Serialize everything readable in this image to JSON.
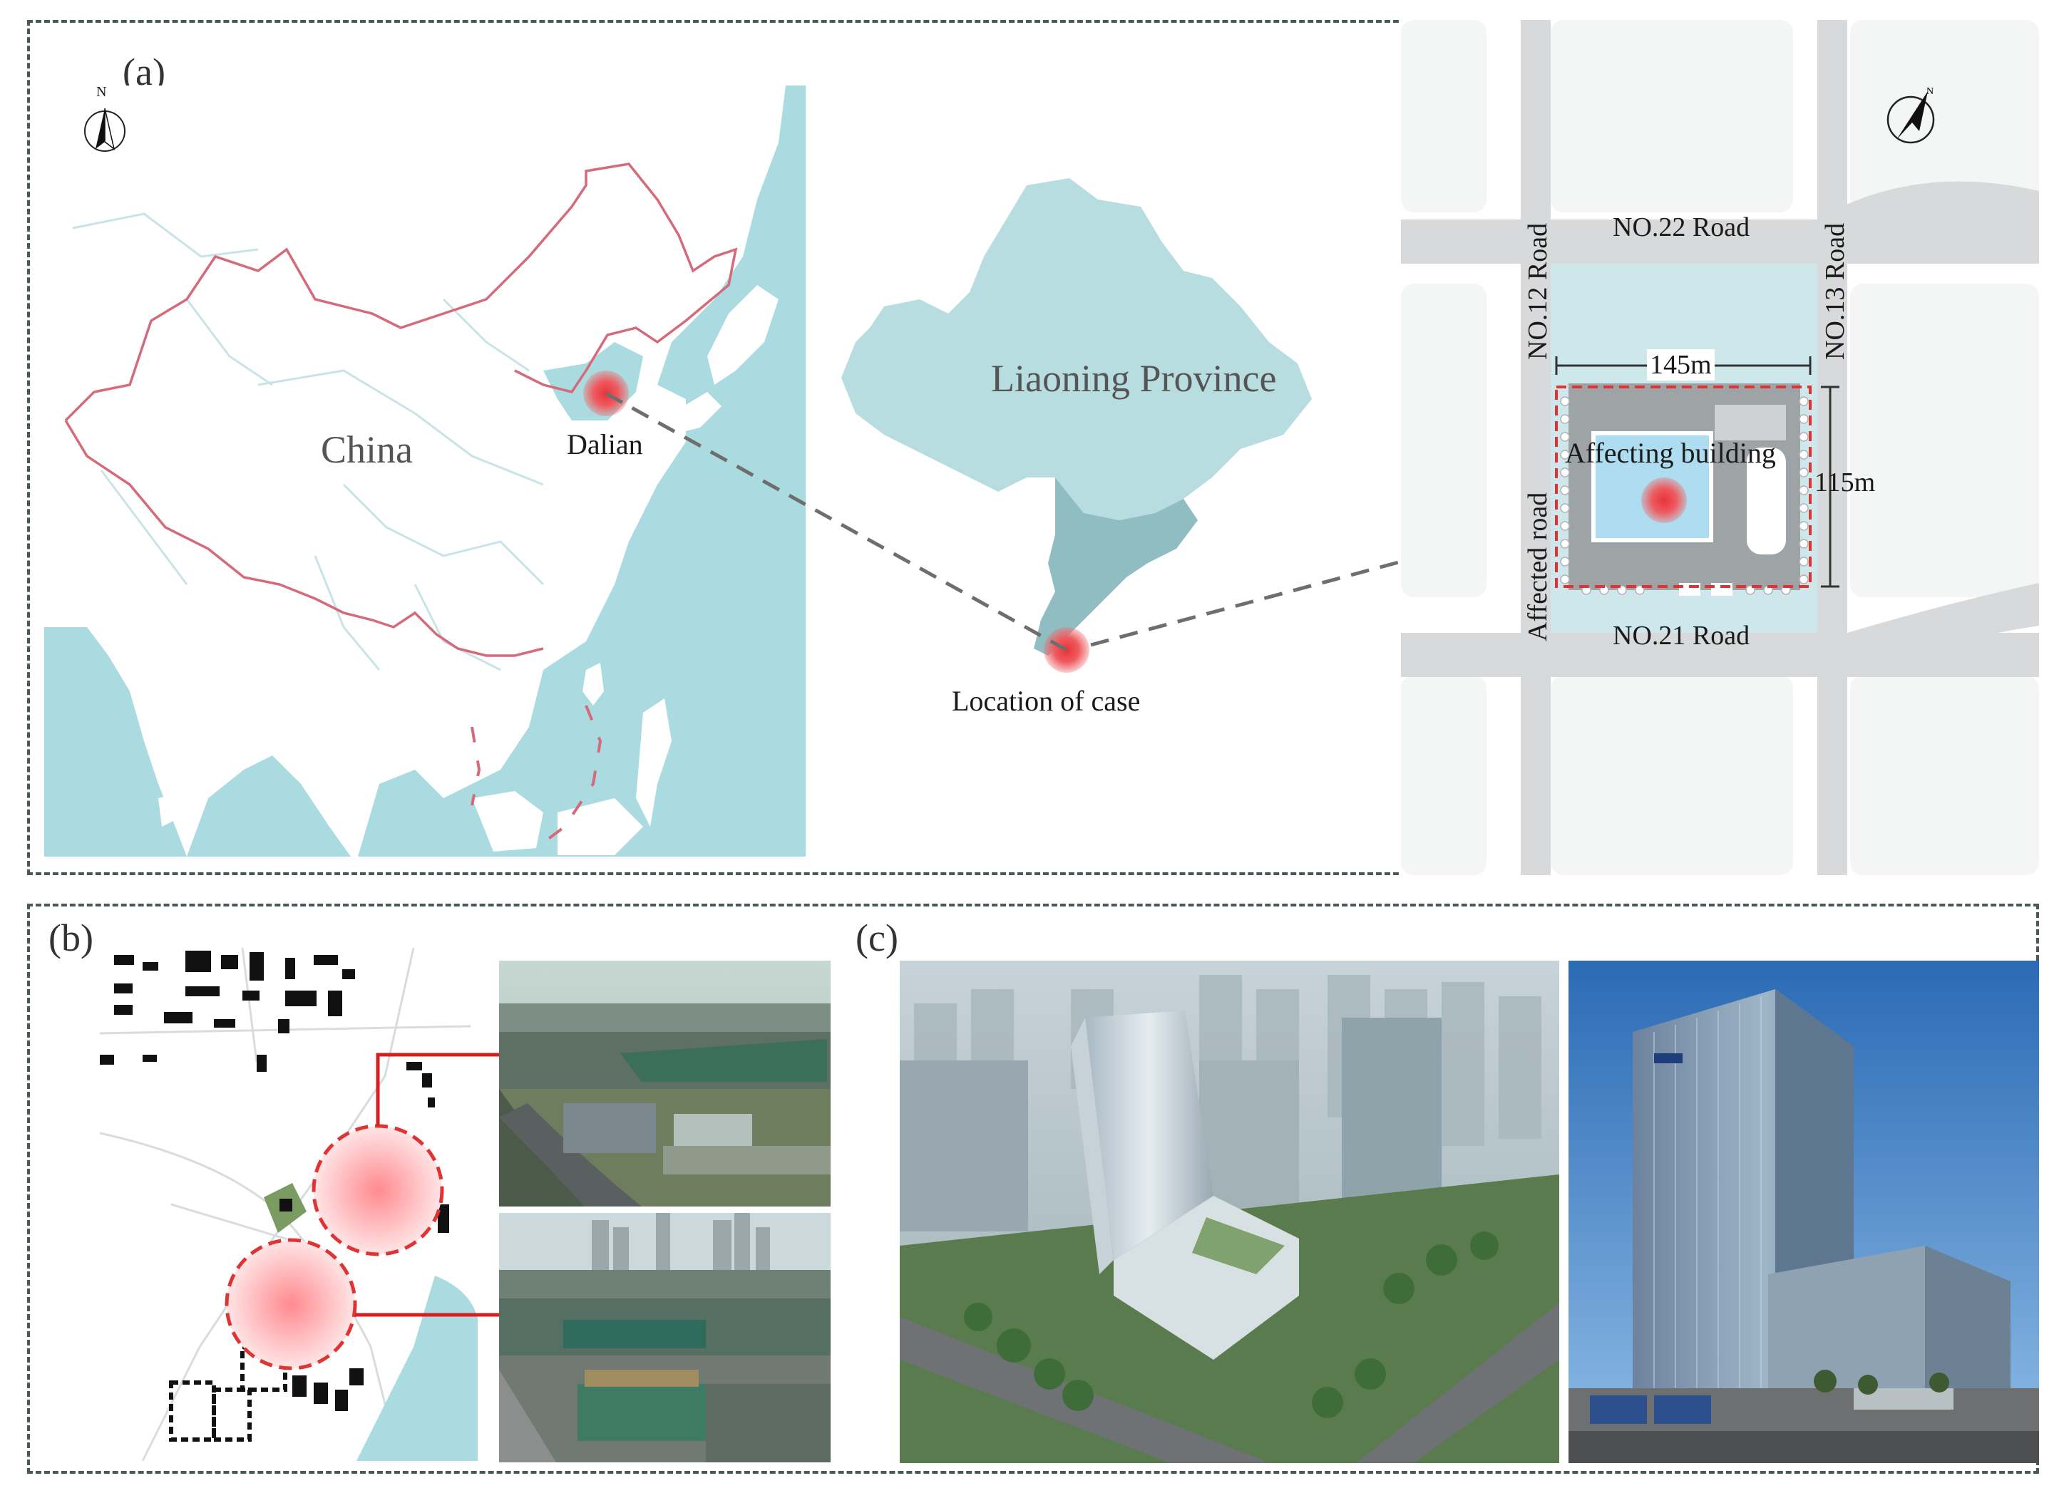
{
  "panels": {
    "a": "(a)",
    "b": "(b)",
    "c": "(c)"
  },
  "map_china": {
    "country_label": "China",
    "city_label": "Dalian",
    "compass_letter": "N"
  },
  "map_liaoning": {
    "province_label": "Liaoning Province",
    "case_label": "Location of case"
  },
  "site_plan": {
    "road_north": "NO.22 Road",
    "road_south": "NO.21 Road",
    "road_west": "NO.12 Road",
    "road_east": "NO.13 Road",
    "road_affected": "Affected road",
    "building_label": "Affecting building",
    "width_label": "145m",
    "height_label": "115m"
  },
  "colors": {
    "frame": "#4a5a52",
    "sea": "#aadbe0",
    "land": "#ffffff",
    "province": "#b7dde0",
    "dalian_area": "#8fbdc2",
    "border": "#d46a7a",
    "road": "#d7d9da",
    "marker": "#e8333b",
    "site_dashed": "#e03333"
  },
  "icons": [
    "north-arrow-icon",
    "compass-icon",
    "location-marker-icon"
  ]
}
